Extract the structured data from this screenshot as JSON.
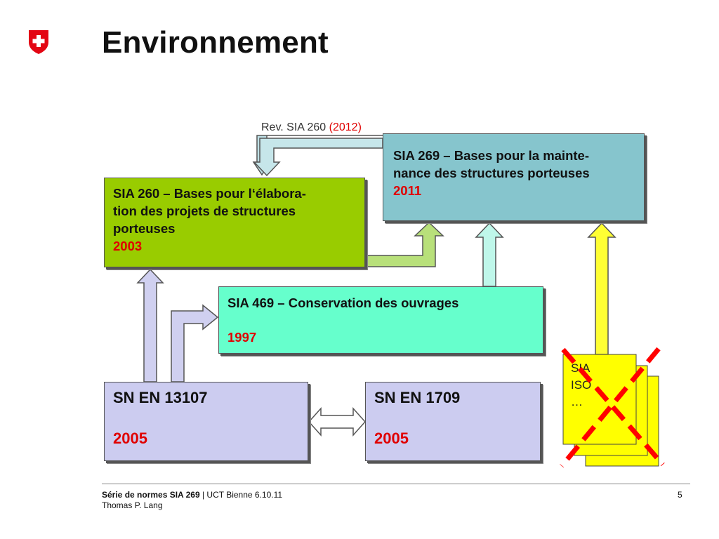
{
  "header": {
    "title": "Environnement",
    "logo": "swiss-cross-icon"
  },
  "diagram": {
    "rev_label": {
      "text": "Rev. SIA 260 ",
      "year": "(2012)"
    },
    "boxes": {
      "sia269": {
        "line1": "SIA 269 – Bases pour  la mainte-",
        "line2": "nance des structures porteuses",
        "year": "2011"
      },
      "sia260": {
        "line1": "SIA 260 – Bases pour l‘élabora-",
        "line2": "tion des projets de structures",
        "line3": "porteuses",
        "year": "2003"
      },
      "sia469": {
        "line1": "SIA 469 – Conservation des ouvrages",
        "year": "1997"
      },
      "sn13107": {
        "line1": "SN EN 13107",
        "year": "2005"
      },
      "sn1709": {
        "line1": "SN EN 1709",
        "year": "2005"
      }
    },
    "stack_text": {
      "l1": "SIA",
      "l2": "ISO",
      "l3": "…"
    },
    "colors": {
      "sia269": "#86c5cd",
      "sia260": "#99cc00",
      "sia469": "#66ffcc",
      "sn": "#ccccf0",
      "stack": "#ffff00",
      "year": "#e00000",
      "cross": "#ff0000"
    }
  },
  "footer": {
    "series": "Série de normes SIA 269",
    "rest": " | UCT Bienne 6.10.11",
    "author": "Thomas P. Lang",
    "page": "5"
  }
}
